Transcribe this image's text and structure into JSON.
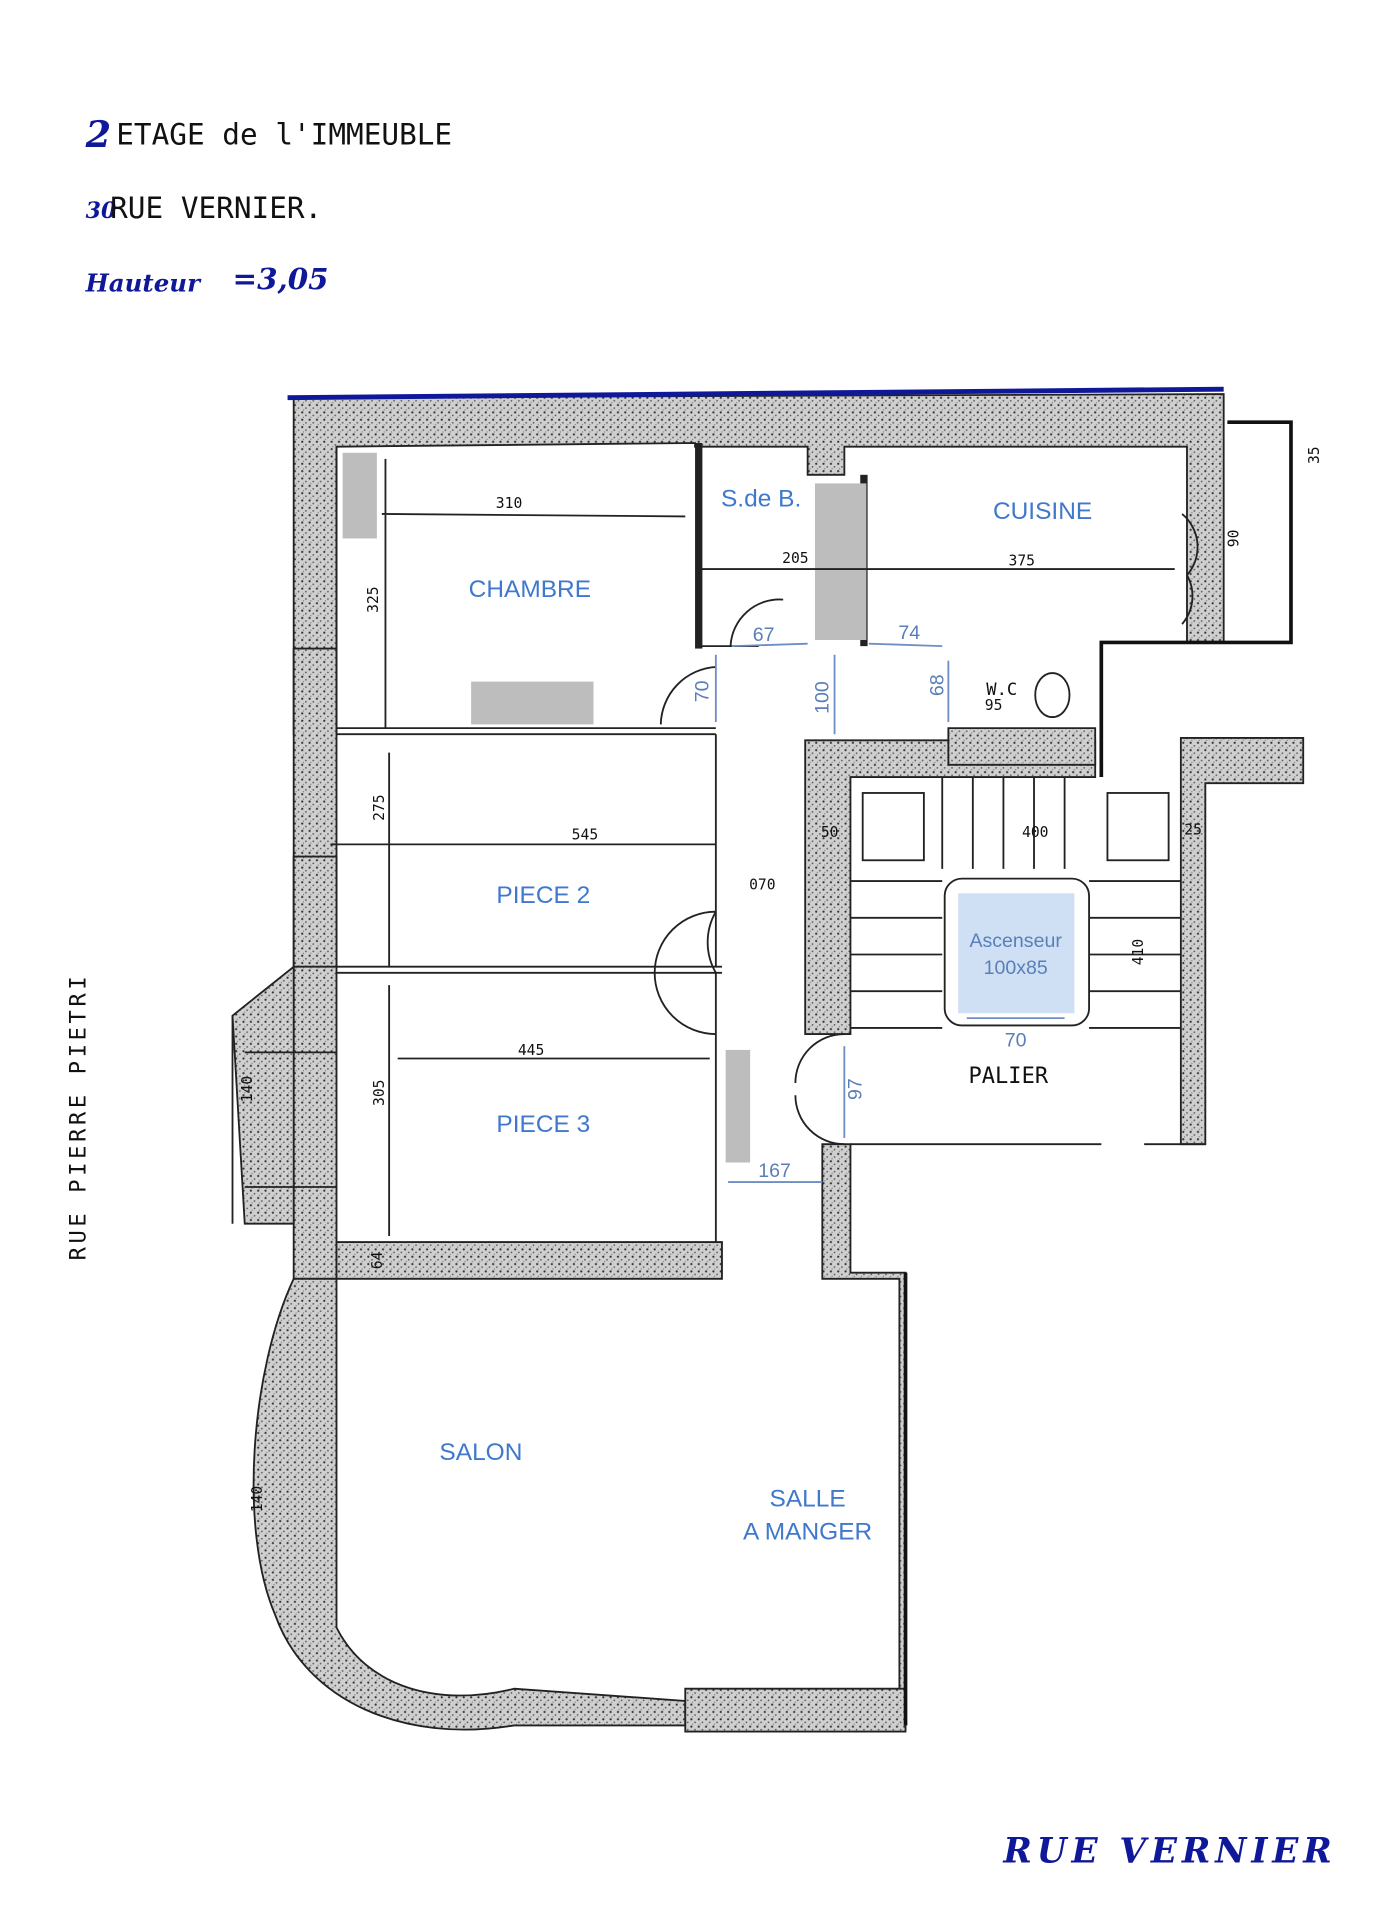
{
  "header": {
    "line1_num": "2",
    "line1": "ETAGE de l'IMMEUBLE",
    "line2_num": "30",
    "line2": "RUE VERNIER.",
    "height_label": "Hauteur",
    "height_value": "=3,05"
  },
  "rooms": {
    "chambre": "CHAMBRE",
    "sdb": "S.de B.",
    "cuisine": "CUISINE",
    "wc": "W.C",
    "piece2": "PIECE 2",
    "piece3": "PIECE 3",
    "salon": "SALON",
    "salle_line1": "SALLE",
    "salle_line2": "A MANGER",
    "ascenseur": "Ascenseur",
    "ascenseur_size": "100x85",
    "palier": "PALIER"
  },
  "dimensions_blue": {
    "d67": "67",
    "d74": "74",
    "d70": "70",
    "d100": "100",
    "d68": "68",
    "d167": "167",
    "d97": "97",
    "d70b": "70"
  },
  "dimensions_black": {
    "d310": "310",
    "d325": "325",
    "d205": "205",
    "d375": "375",
    "d95": "95",
    "d275": "275",
    "d545": "545",
    "d070": "070",
    "d445": "445",
    "d305": "305",
    "d140": "140",
    "d140b": "140",
    "d400": "400",
    "d410": "410",
    "d50": "50",
    "d25": "25",
    "d90": "90",
    "d35": "35",
    "d64": "64"
  },
  "streets": {
    "left": "RUE PIERRE PIETRI",
    "bottom": "RUE VERNIER"
  },
  "colors": {
    "label_blue": "#3f78cc",
    "ink_blue": "#10189a",
    "elevator": "#cfe0f4",
    "furniture": "#bdbdbd"
  }
}
